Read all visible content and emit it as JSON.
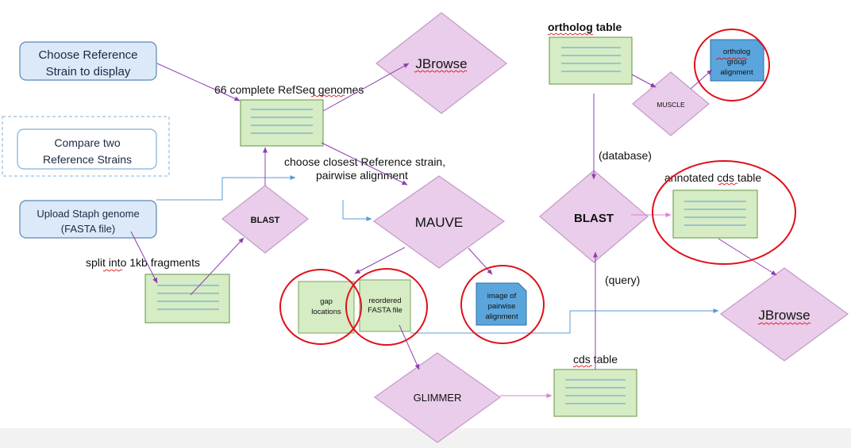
{
  "buttons": {
    "choose_reference": [
      "Choose Reference",
      "Strain to display"
    ],
    "compare": [
      "Compare two",
      "Reference Strains"
    ],
    "upload": [
      "Upload Staph genome",
      "(FASTA file)"
    ]
  },
  "labels": {
    "refseq_genomes": "66 complete RefSeq genomes",
    "choose_closest": [
      "choose closest Reference strain,",
      "pairwise alignment"
    ],
    "split_fragments": "split into 1kb fragments",
    "ortholog_table": "ortholog table",
    "database": "(database)",
    "query": "(query)",
    "annotated_cds": "annotated cds table",
    "cds_table": "cds table"
  },
  "tools": {
    "jbrowse_top": "JBrowse",
    "blast_left": "BLAST",
    "mauve": "MAUVE",
    "muscle": "MUSCLE",
    "blast_right": "BLAST",
    "jbrowse_right": "JBrowse",
    "glimmer": "GLIMMER"
  },
  "outputs": {
    "gap_locations": [
      "gap",
      "locations"
    ],
    "reordered_fasta": [
      "reordered",
      "FASTA file"
    ],
    "pairwise_image": [
      "image of",
      "pairwise",
      "alignment"
    ],
    "ortholog_alignment": [
      "ortholog",
      "group",
      "alignment"
    ]
  },
  "colors": {
    "button_fill": "#dce9f8",
    "button_stroke": "#5b86b8",
    "table_fill": "#d5ecc4",
    "table_stroke": "#7aa35e",
    "table_line": "#5b9bd5",
    "diamond_fill": "#e9cdea",
    "diamond_stroke": "#c39ac6",
    "doc_fill": "#5aa5dc",
    "arrow_purple": "#8e3fb0",
    "arrow_blue": "#5b9bd5",
    "arrow_pink": "#e07fd6",
    "highlight_red": "#e0101a"
  }
}
